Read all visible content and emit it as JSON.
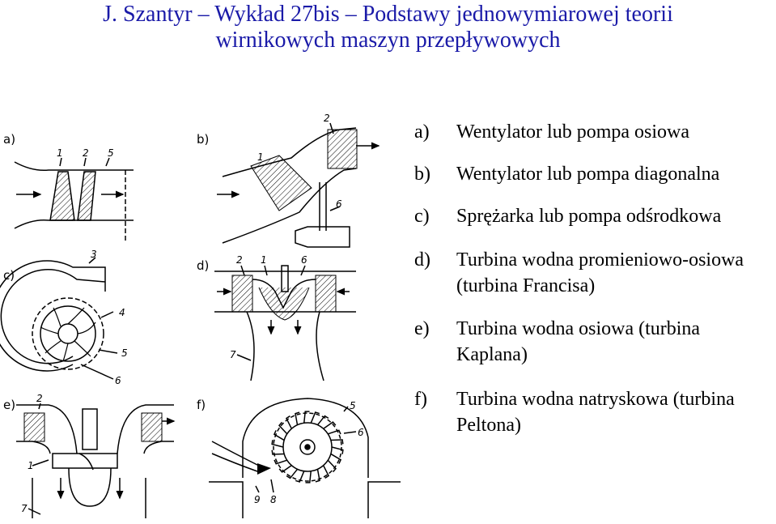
{
  "title": {
    "line1": "J. Szantyr – Wykład 27bis – Podstawy jednowymiarowej teorii",
    "line2": "wirnikowych maszyn przepływowych"
  },
  "items": [
    {
      "label": "a)",
      "text": "Wentylator lub pompa osiowa"
    },
    {
      "label": "b)",
      "text": "Wentylator lub pompa diagonalna"
    },
    {
      "label": "c)",
      "text": "Sprężarka lub pompa odśrodkowa"
    },
    {
      "label": "d)",
      "text": "Turbina wodna promieniowo-osiowa (turbina Francisa)"
    },
    {
      "label": "e)",
      "text": "Turbina wodna osiowa (turbina Kaplana)"
    },
    {
      "label": "f)",
      "text": "Turbina wodna natryskowa (turbina Peltona)"
    }
  ],
  "figures": {
    "a": {
      "label": "a)",
      "parts": [
        "1",
        "2",
        "5"
      ]
    },
    "b": {
      "label": "b)",
      "parts": [
        "1",
        "2",
        "6"
      ]
    },
    "c": {
      "label": "c)",
      "parts": [
        "3",
        "4",
        "5",
        "6"
      ]
    },
    "d": {
      "label": "d)",
      "parts": [
        "2",
        "1",
        "6",
        "7"
      ]
    },
    "e": {
      "label": "e)",
      "parts": [
        "2",
        "1",
        "7"
      ]
    },
    "f": {
      "label": "f)",
      "parts": [
        "5",
        "6",
        "9",
        "8"
      ]
    }
  }
}
